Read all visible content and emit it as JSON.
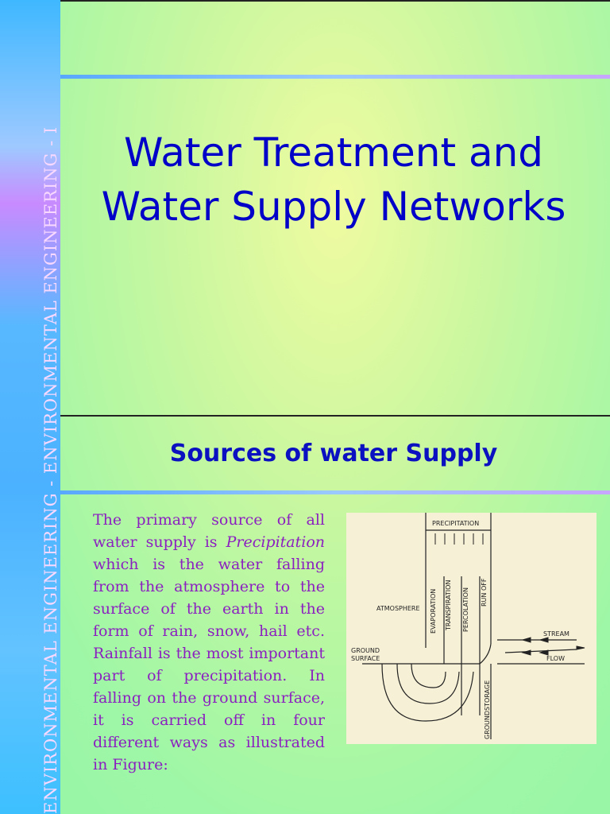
{
  "side_banner": "ENVIRONMENTAL ENGINEERING - ENVIRONMENTAL ENGINEERING - I",
  "title": "Water Treatment and Water Supply Networks",
  "subtitle": "Sources of water Supply",
  "body": {
    "part1": "The primary source of all water supply is ",
    "emphasis": "Precipitation",
    "part2": " which is the water falling from the atmosphere to the surface of the earth in the form of rain, snow, hail etc. Rainfall is the most important part of precipitation. In falling on the ground surface, it is carried off in four different ways as illustrated in Figure:"
  },
  "figure": {
    "precipitation": "PRECIPITATION",
    "atmosphere": "ATMOSPHERE",
    "evaporation": "EVAPORATION",
    "transpiration": "TRANSPIRATION",
    "percolation": "PERCOLATION",
    "run_off": "RUN OFF",
    "ground": "GROUND",
    "surface": "SURFACE",
    "stream": "STREAM",
    "flow": "FLOW",
    "groundstorage": "GROUNDSTORAGE"
  }
}
